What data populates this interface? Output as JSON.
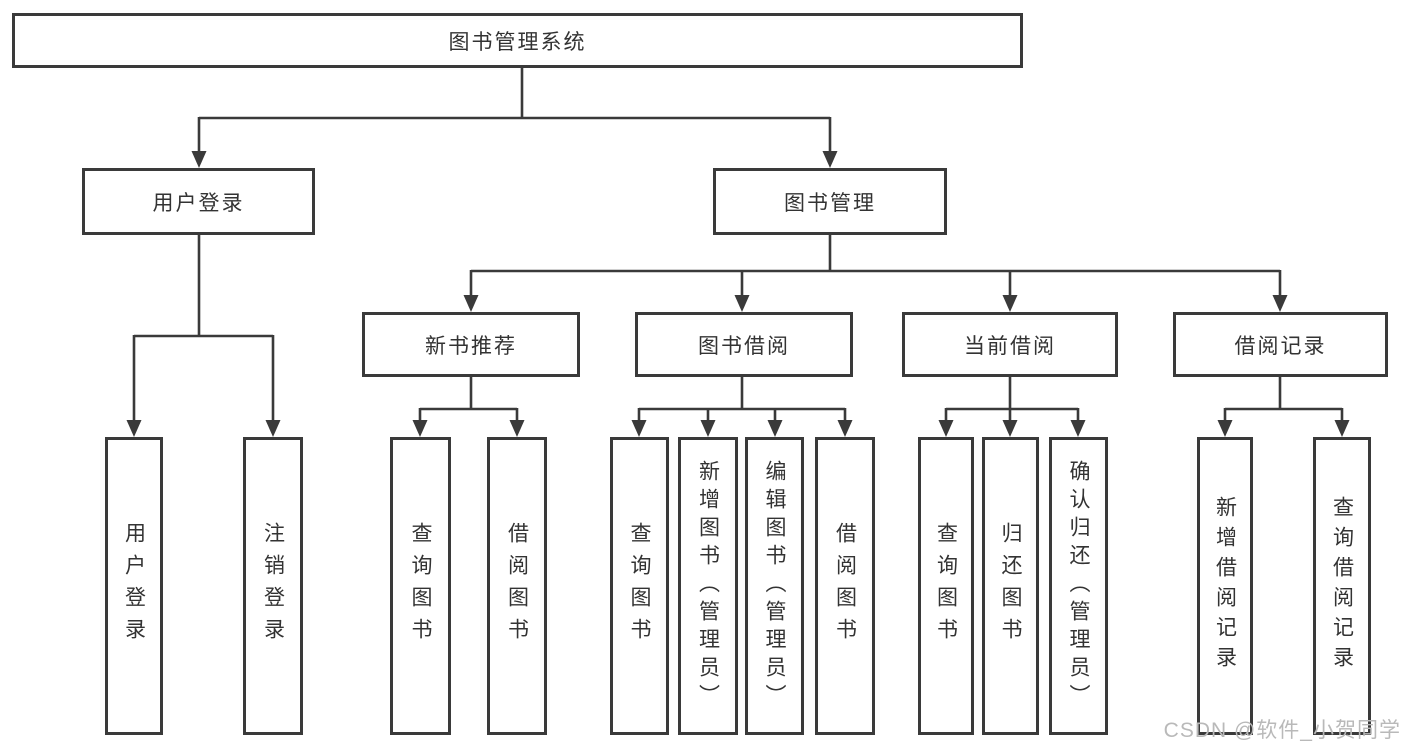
{
  "diagram_title": "图书管理系统",
  "tree": {
    "label": "图书管理系统",
    "children": [
      {
        "label": "用户登录",
        "children": [
          {
            "label": "用户登录"
          },
          {
            "label": "注销登录"
          }
        ]
      },
      {
        "label": "图书管理",
        "children": [
          {
            "label": "新书推荐",
            "children": [
              {
                "label": "查询图书"
              },
              {
                "label": "借阅图书"
              }
            ]
          },
          {
            "label": "图书借阅",
            "children": [
              {
                "label": "查询图书"
              },
              {
                "label": "新增图书（管理员）"
              },
              {
                "label": "编辑图书（管理员）"
              },
              {
                "label": "借阅图书"
              }
            ]
          },
          {
            "label": "当前借阅",
            "children": [
              {
                "label": "查询图书"
              },
              {
                "label": "归还图书"
              },
              {
                "label": "确认归还（管理员）"
              }
            ]
          },
          {
            "label": "借阅记录",
            "children": [
              {
                "label": "新增借阅记录"
              },
              {
                "label": "查询借阅记录"
              }
            ]
          }
        ]
      }
    ]
  },
  "watermark": "CSDN @软件_小贺同学",
  "colors": {
    "line": "#3a3a3a",
    "text": "#333333",
    "watermark": "#b9b9b9",
    "background": "#ffffff"
  }
}
